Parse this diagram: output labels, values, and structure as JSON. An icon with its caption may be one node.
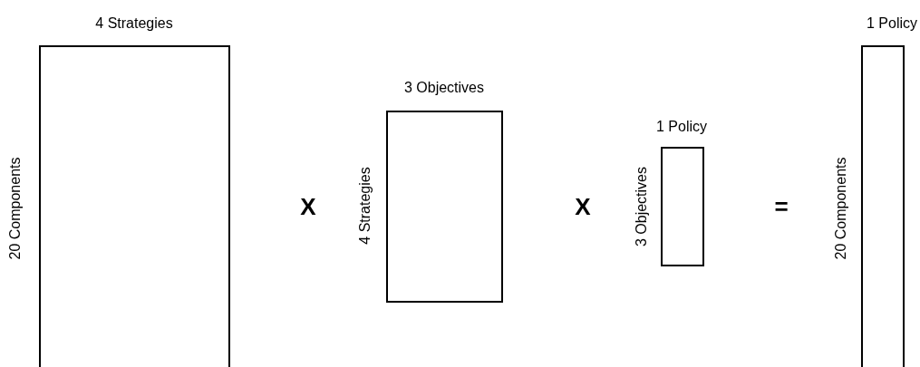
{
  "diagram": {
    "nodes": [
      {
        "text": [
          "4 Strategies",
          "20 Components"
        ]
      },
      {
        "text": [
          "3 Objectives",
          "4 Strategies"
        ]
      },
      {
        "text": [
          "1 Policy",
          "3 Objectives"
        ]
      },
      {
        "text": [
          "1 Policy",
          "20 Components"
        ]
      }
    ],
    "labels": [
      "X",
      "X",
      "="
    ]
  }
}
